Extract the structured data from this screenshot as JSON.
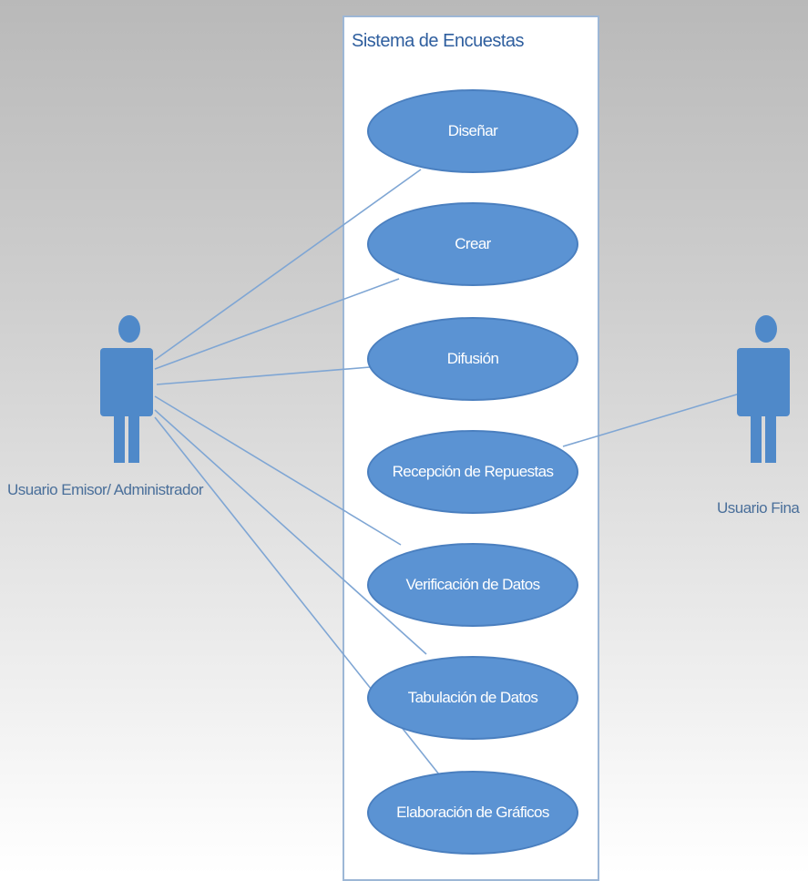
{
  "system": {
    "title": "Sistema de Encuestas"
  },
  "actors": [
    {
      "label": "Usuario Emisor/ Administrador"
    },
    {
      "label": "Usuario Fina"
    }
  ],
  "use_cases": [
    {
      "label": "Diseñar"
    },
    {
      "label": "Crear"
    },
    {
      "label": "Difusión"
    },
    {
      "label": "Recepción de Repuestas"
    },
    {
      "label": "Verificación de Datos"
    },
    {
      "label": "Tabulación de Datos"
    },
    {
      "label": "Elaboración de Gráficos"
    }
  ],
  "colors": {
    "use_case_fill": "#5b93d3",
    "actor_fill": "#4f89c9",
    "connector": "#7fa6d4",
    "system_border": "#9db7d6"
  }
}
